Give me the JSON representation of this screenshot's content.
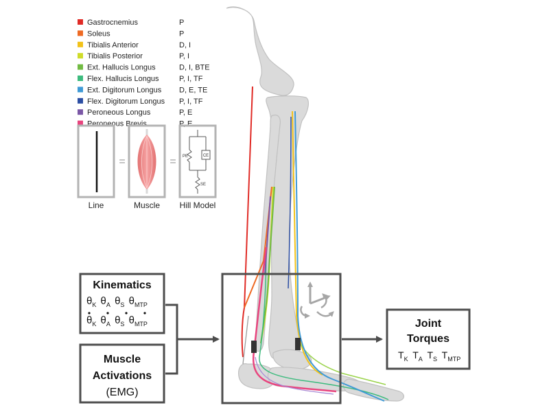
{
  "legend": [
    {
      "name": "Gastrocnemius",
      "roles": "P",
      "color": "#e02b26"
    },
    {
      "name": "Soleus",
      "roles": "P",
      "color": "#ee6a24"
    },
    {
      "name": "Tibialis Anterior",
      "roles": "D, I",
      "color": "#f2c21a"
    },
    {
      "name": "Tibialis Posterior",
      "roles": "P, I",
      "color": "#cfdc2a"
    },
    {
      "name": "Ext. Hallucis Longus",
      "roles": "D, I, BTE",
      "color": "#72bb43"
    },
    {
      "name": "Flex. Hallucis Longus",
      "roles": "P, I, TF",
      "color": "#3dbb7e"
    },
    {
      "name": "Ext. Digitorum Longus",
      "roles": "D, E, TE",
      "color": "#3f9ad6"
    },
    {
      "name": "Flex. Digitorum Longus",
      "roles": "P, I, TF",
      "color": "#2c4ea3"
    },
    {
      "name": "Peroneous Longus",
      "roles": "P, E",
      "color": "#7b57a6"
    },
    {
      "name": "Peroneous Brevis",
      "roles": "P, E",
      "color": "#e8447e"
    }
  ],
  "model_panels": {
    "line_label": "Line",
    "muscle_label": "Muscle",
    "hill_label": "Hill Model",
    "equals": "=",
    "pe": "PE",
    "ce": "CE",
    "se": "SE"
  },
  "inputs": {
    "kinematics_title": "Kinematics",
    "theta": "θ",
    "subscripts": [
      "K",
      "A",
      "S",
      "MTP"
    ],
    "activations_line1": "Muscle",
    "activations_line2": "Activations",
    "activations_line3": "(EMG)"
  },
  "output": {
    "title_line1": "Joint",
    "title_line2": "Torques",
    "tau": "T",
    "subscripts": [
      "K",
      "A",
      "S",
      "MTP"
    ]
  },
  "colors": {
    "box_border": "#4d4d4d",
    "panel_border": "#b3b3b3",
    "bone_fill": "#d9d9d9",
    "bone_stroke": "#bdbdbd",
    "arrow": "#4d4d4d",
    "muscle_fill": "#f08a8a"
  }
}
